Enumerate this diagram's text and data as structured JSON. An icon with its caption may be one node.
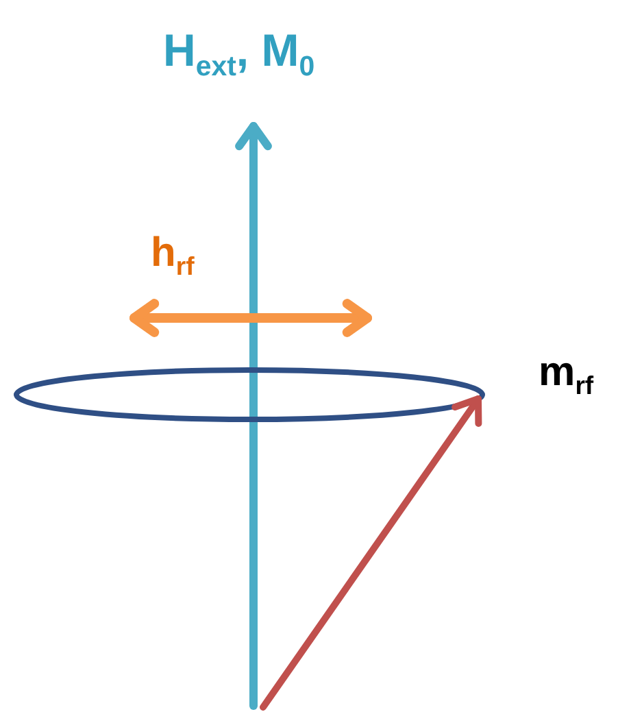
{
  "diagram": {
    "labels": [
      "H$_{ext}$, M$_{0}$",
      "h$_{rf}$",
      "m$_{rf}$"
    ]
  }
}
